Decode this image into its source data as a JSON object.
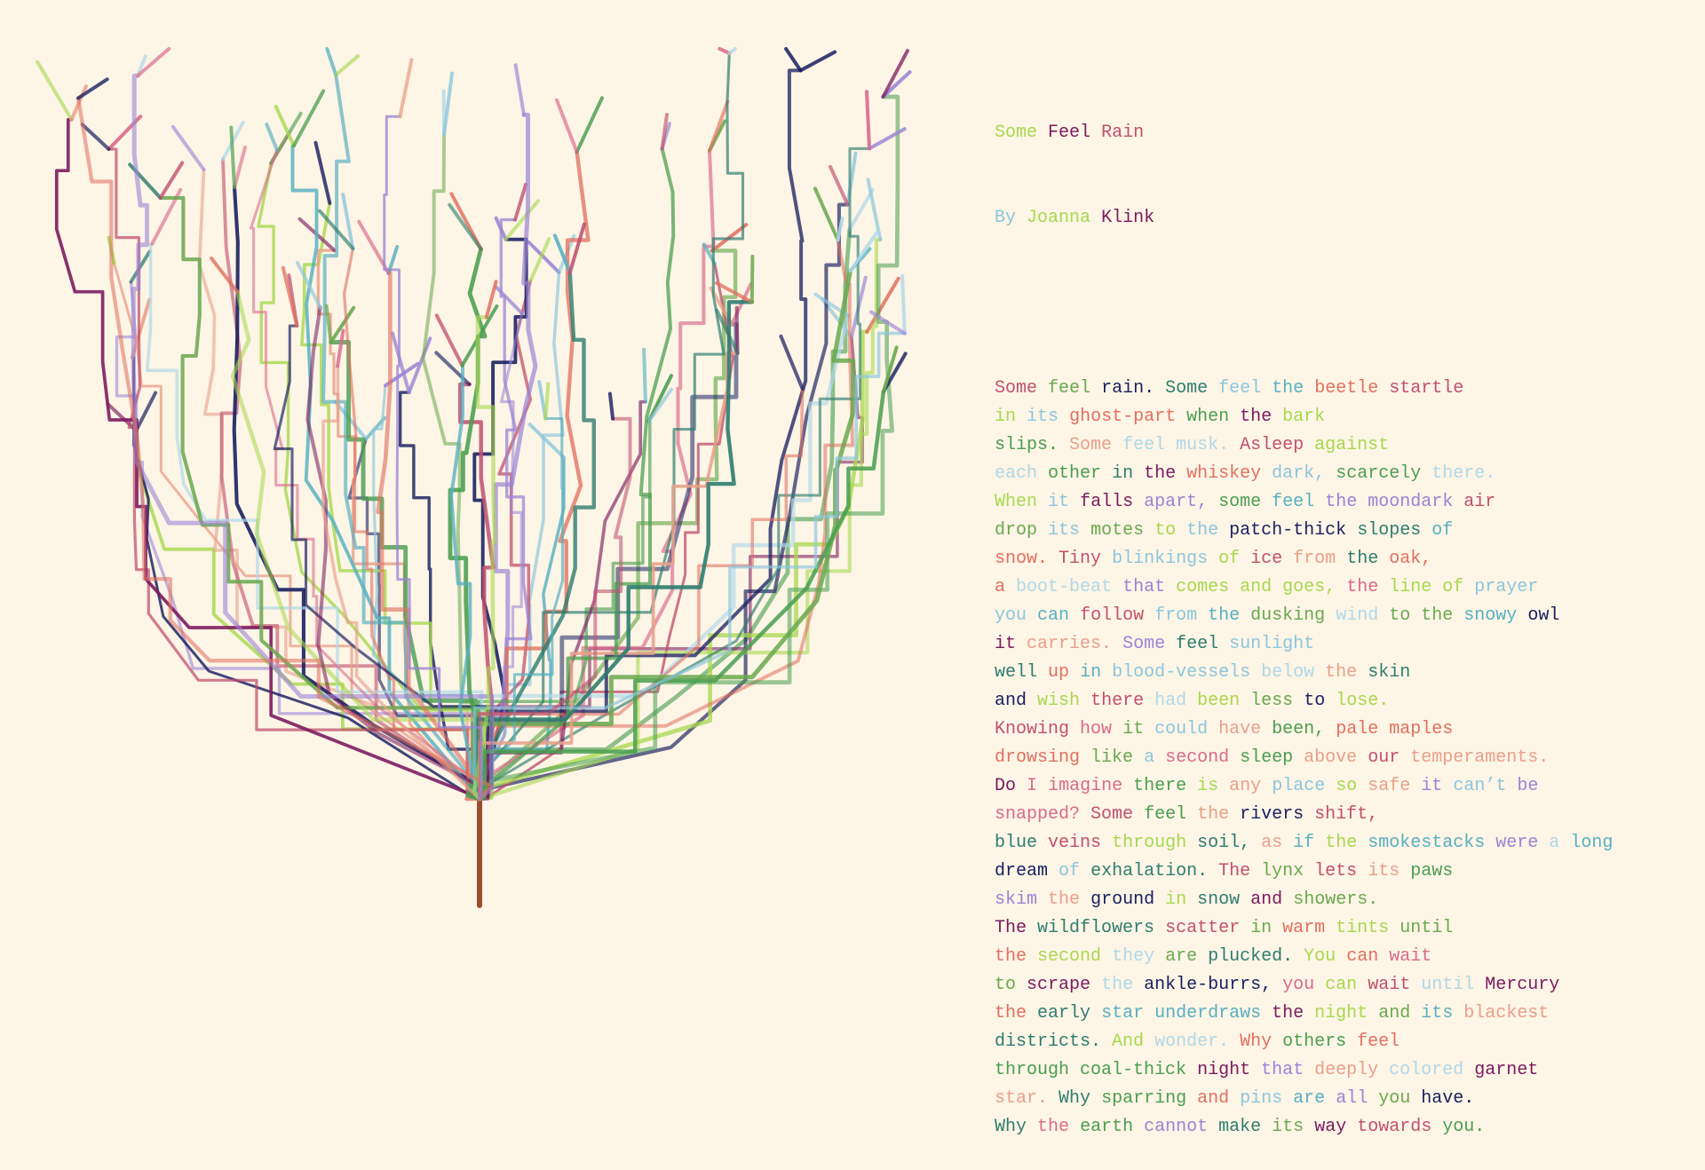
{
  "poem": {
    "title": "Some Feel Rain",
    "author": "By Joanna Klink",
    "lines": [
      "Some feel rain. Some feel the beetle startle",
      "in its ghost-part when the bark",
      "slips. Some feel musk. Asleep against",
      "each other in the whiskey dark, scarcely there.",
      "When it falls apart, some feel the moondark air",
      "drop its motes to the patch-thick slopes of",
      "snow. Tiny blinkings of ice from the oak,",
      "a boot-beat that comes and goes, the line of prayer",
      "you can follow from the dusking wind to the snowy owl",
      "it carries. Some feel sunlight",
      "well up in blood-vessels below the skin",
      "and wish there had been less to lose.",
      "Knowing how it could have been, pale maples",
      "drowsing like a second sleep above our temperaments.",
      "Do I imagine there is any place so safe it can’t be",
      "snapped? Some feel the rivers shift,",
      "blue veins through soil, as if the smokestacks were a long",
      "dream of exhalation. The lynx lets its paws",
      "skim the ground in snow and showers.",
      "The wildflowers scatter in warm tints until",
      "the second they are plucked. You can wait",
      "to scrape the ankle-burrs, you can wait until Mercury",
      "the early star underdraws the night and its blackest",
      "districts. And wonder. Why others feel",
      "through coal-thick night that deeply colored garnet",
      "star. Why sparring and pins are all you have.",
      "Why the earth cannot make its way towards you."
    ]
  },
  "palette": [
    "#e8a08a",
    "#c0506e",
    "#4a9e50",
    "#8cc6dc",
    "#9a84d4",
    "#2e7d6e",
    "#a8d850",
    "#7a1a5e",
    "#1a2060",
    "#e07060",
    "#58b0c0",
    "#d86a8a",
    "#6aa84f",
    "#b0d8e8"
  ],
  "trunk_color": "#9a4e2e"
}
